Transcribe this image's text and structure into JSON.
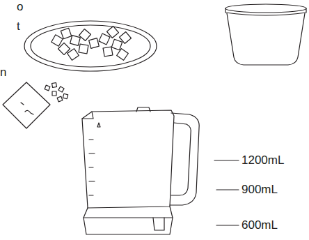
{
  "diagram": {
    "labels": [
      "o",
      "t",
      "n",
      "1200mL",
      "900mL",
      "600mL"
    ]
  }
}
